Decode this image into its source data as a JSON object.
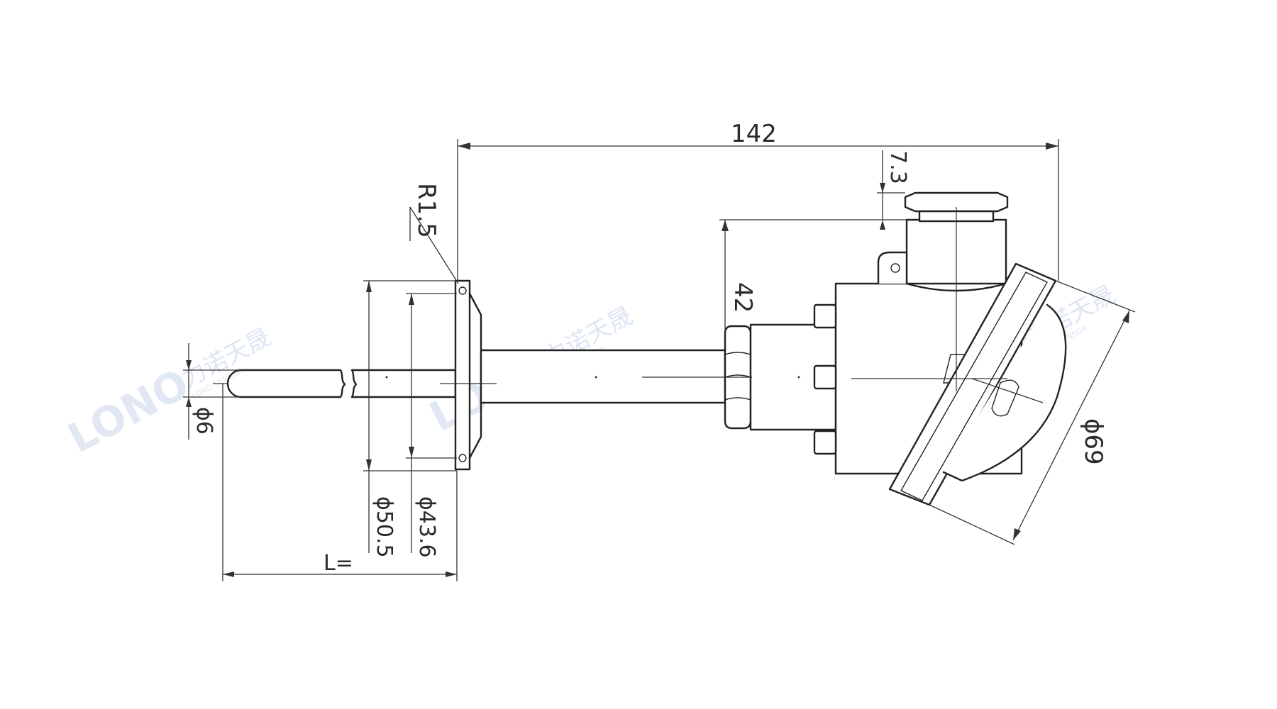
{
  "dimensions": {
    "overall_length": "142",
    "top_offset": "7.3",
    "flange_radius": "R1.5",
    "head_height": "42",
    "head_diameter": "ϕ69",
    "probe_diameter": "ϕ6",
    "flange_inner_diameter": "ϕ43.6",
    "flange_outer_diameter": "ϕ50.5",
    "insertion_length": "L="
  },
  "watermark": {
    "logo": "LONO",
    "brand_cn": "力诺天晟",
    "brand_en": "LONO SENSOR"
  },
  "colors": {
    "line": "#222222",
    "background": "#ffffff",
    "watermark": "#c9d6ec"
  }
}
